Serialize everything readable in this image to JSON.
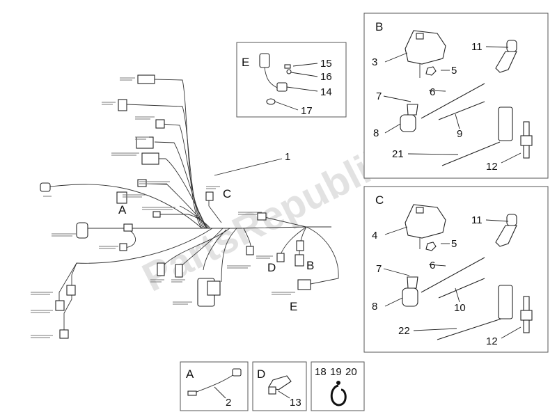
{
  "watermark": "PartsRepublik",
  "box_b": {
    "letter": "B",
    "callouts": [
      "3",
      "5",
      "7",
      "6",
      "8",
      "9",
      "11",
      "21",
      "12"
    ]
  },
  "box_c": {
    "letter": "C",
    "callouts": [
      "4",
      "5",
      "7",
      "6",
      "8",
      "10",
      "11",
      "22",
      "12"
    ]
  },
  "box_e": {
    "letter": "E",
    "callouts": [
      "15",
      "16",
      "14",
      "17"
    ]
  },
  "main_callout": "1",
  "harness_letters": [
    "A",
    "C",
    "D",
    "B",
    "E"
  ],
  "bottom_boxes": [
    {
      "letter": "A",
      "callout": "2"
    },
    {
      "letter": "D",
      "callout": "13"
    },
    {
      "callouts": [
        "18",
        "19",
        "20"
      ]
    }
  ]
}
